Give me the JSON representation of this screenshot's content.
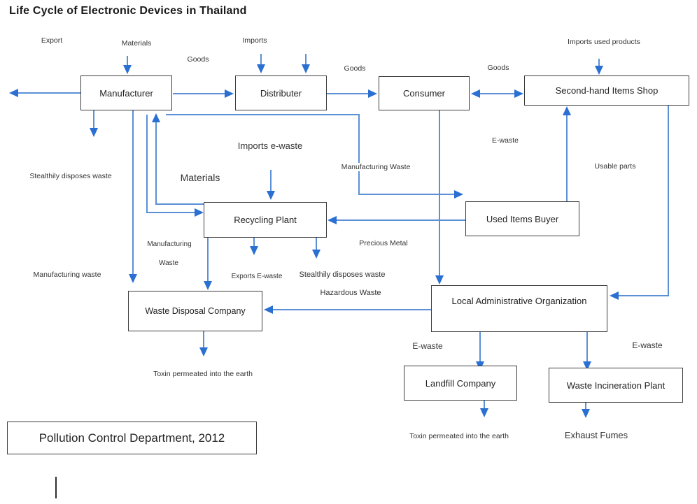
{
  "title": "Life Cycle of Electronic Devices in Thailand",
  "nodes": {
    "manufacturer": "Manufacturer",
    "distributer": "Distributer",
    "consumer": "Consumer",
    "secondhand_shop": "Second-hand Items Shop",
    "recycling_plant": "Recycling Plant",
    "used_items_buyer": "Used Items Buyer",
    "waste_disposal_company": "Waste Disposal Company",
    "local_admin_org": "Local Administrative Organization",
    "landfill_company": "Landfill Company",
    "waste_incineration_plant": "Waste Incineration Plant"
  },
  "flow_labels": {
    "export": "Export",
    "materials_top": "Materials",
    "goods_mfr_dist": "Goods",
    "imports": "Imports",
    "goods_dist_cons": "Goods",
    "goods_cons_shop": "Goods",
    "imports_used_products": "Imports used products",
    "stealthily_disposes_waste_left": "Stealthily disposes waste",
    "imports_ewaste": "Imports e-waste",
    "materials_mid": "Materials",
    "manufacturing_waste_mid": "Manufacturing Waste",
    "ewaste_top": "E-waste",
    "usable_parts": "Usable parts",
    "manufacturing_stack_line1": "Manufacturing",
    "manufacturing_stack_line2": "Waste",
    "manufacturing_waste_left": "Manufacturing waste",
    "exports_ewaste": "Exports E-waste",
    "stealthily_disposes_waste_mid": "Stealthily disposes waste",
    "precious_metal": "Precious Metal",
    "hazardous_waste": "Hazardous Waste",
    "toxin_left": "Toxin permeated into the earth",
    "ewaste_bottom_left": "E-waste",
    "ewaste_bottom_right": "E-waste",
    "toxin_right": "Toxin permeated into the earth",
    "exhaust_fumes": "Exhaust Fumes"
  },
  "source": "Pollution Control Department, 2012",
  "colors": {
    "line": "#5b8fd6",
    "arrowhead": "#2a6fd2",
    "box_border": "#3c3c3c",
    "text": "#262626"
  }
}
